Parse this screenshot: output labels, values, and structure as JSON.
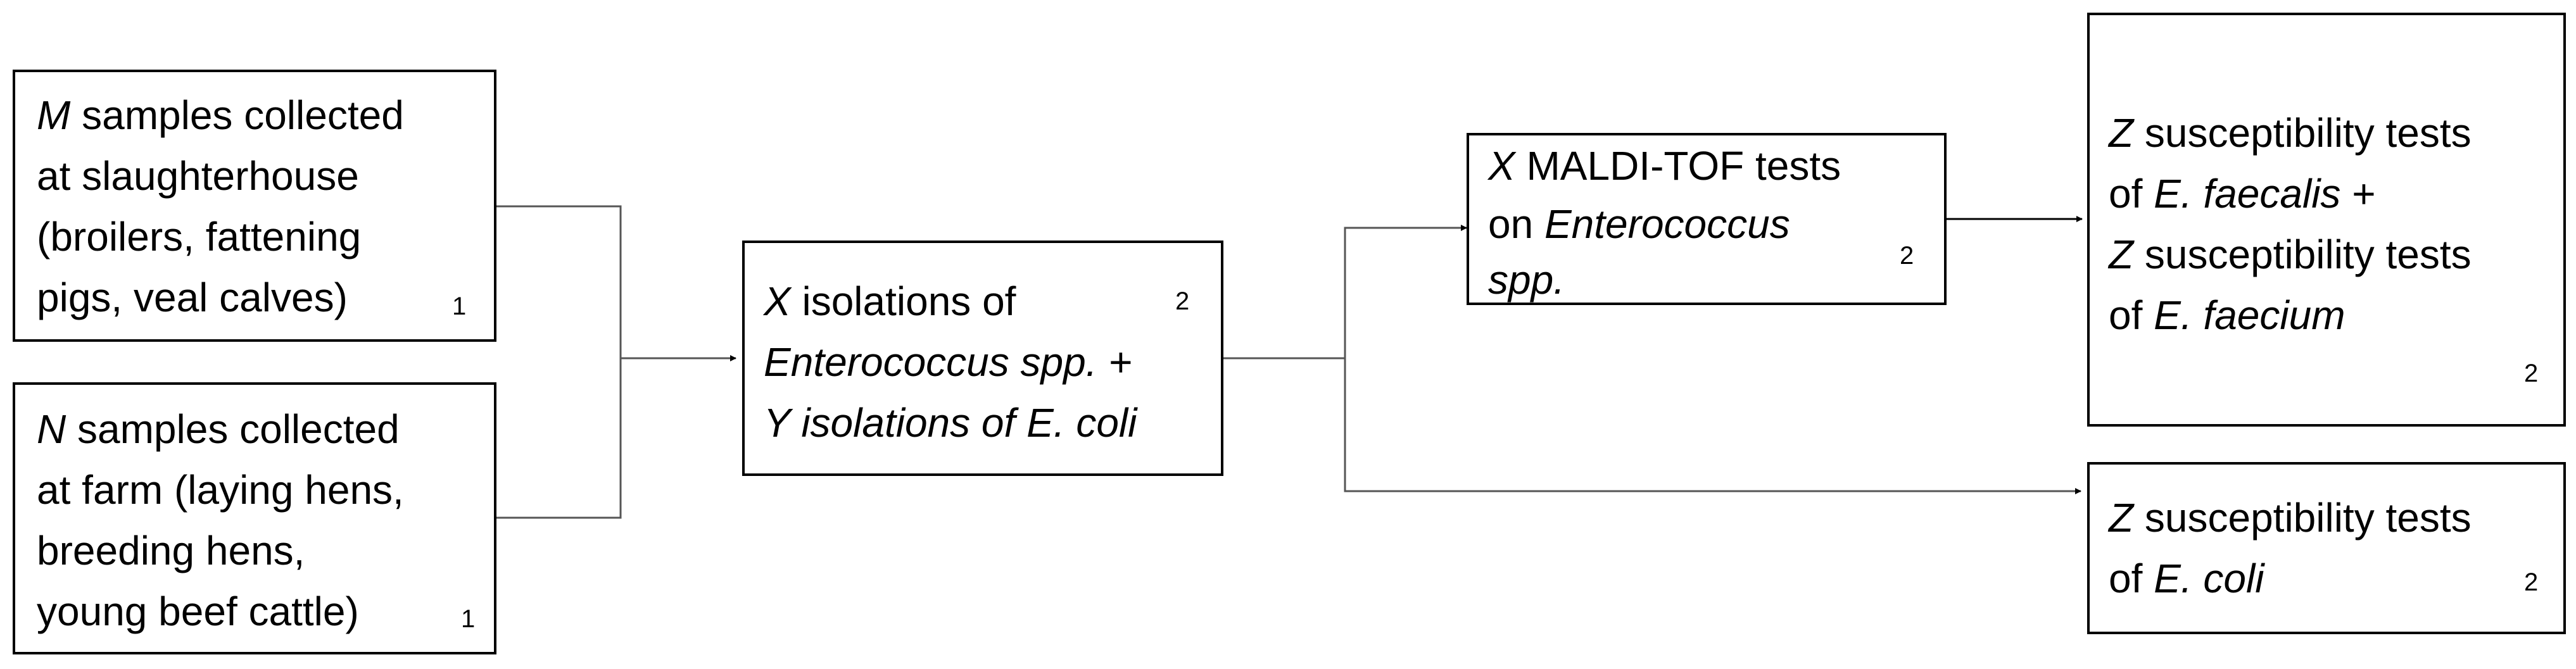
{
  "boxes": {
    "slaughterhouse": {
      "var": "M",
      "lines": [
        "samples collected",
        "at slaughterhouse",
        "(broilers, fattening",
        "pigs, veal calves)"
      ],
      "footnote": "1"
    },
    "farm": {
      "var": "N",
      "lines": [
        "samples collected",
        "at farm (laying hens,",
        "breeding hens,",
        "young beef cattle)"
      ],
      "footnote": "1"
    },
    "isolations": {
      "var_x": "X",
      "line1_rest": "isolations of",
      "line2": "Enterococcus spp. +",
      "line3": "Y isolations of E. coli",
      "footnote": "2"
    },
    "maldi": {
      "var": "X",
      "line1_rest": "MALDI-TOF tests",
      "line2_prefix": "on",
      "line2_italic": "Enterococcus",
      "line3": "spp.",
      "footnote": "2"
    },
    "susc_entero": {
      "var1": "Z",
      "line1_rest": "susceptibility tests",
      "of1": "of",
      "species1": "E. faecalis",
      "plus": "+",
      "var2": "Z",
      "line3_rest": "susceptibility tests",
      "of2": "of",
      "species2": "E. faecium",
      "footnote": "2"
    },
    "susc_ecoli": {
      "var": "Z",
      "line1_rest": "susceptibility tests",
      "of": "of",
      "species": "E. coli",
      "footnote": "2"
    }
  }
}
